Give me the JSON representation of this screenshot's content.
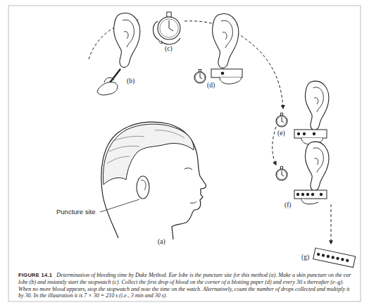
{
  "diagram": {
    "caption": "Determination of bleeding time by Duke Method. Ear lobe is the puncture site for this method (a). Make a skin puncture on the ear lobe (b) and instantly start the stopwatch (c). Collect the first drop of blood on the corner of a blotting paper (d) and every 30 s thereafter (e–g). When no more blood appears, stop the stopwatch and note the time on the watch. Alternatively, count the number of drops collected and multiply it by 30. In the illustration it is 7 × 30 = 210 s (i.e., 3 min and 30 s).",
    "labels": [
      "Puncture site",
      "(a)",
      "(b)",
      "(c)",
      "(d)",
      "(e)",
      "(f)",
      "(g)",
      "FIGURE 14.1"
    ]
  }
}
